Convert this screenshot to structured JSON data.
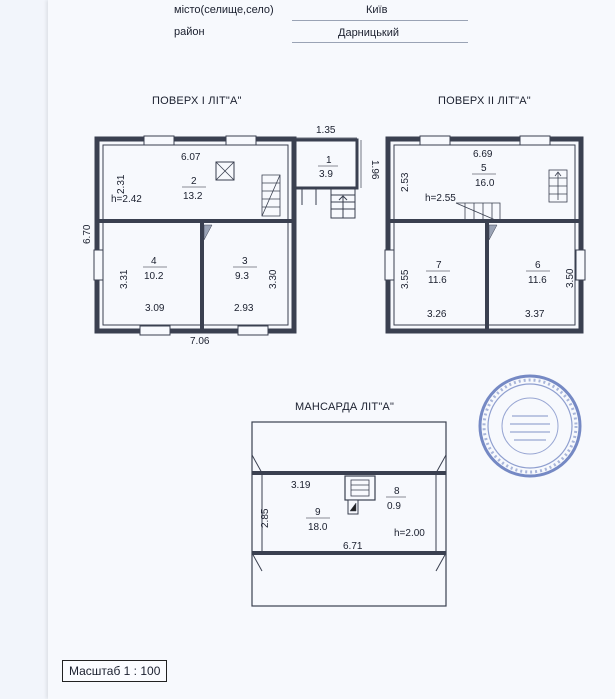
{
  "header": {
    "city_label": "місто(селище,село)",
    "city_value": "Київ",
    "district_label": "район",
    "district_value": "Дарницький"
  },
  "floor1": {
    "title": "ПОВЕРХ І ЛІТ\"А\"",
    "dim_top": "6.07",
    "dim_vestibule_w": "1.35",
    "dim_vestibule_h": "1.96",
    "dim_left": "6.70",
    "dim_bottom": "7.06",
    "dim_room2_h": "2.31",
    "height": "h=2.42",
    "room1": {
      "num": "1",
      "area": "3.9"
    },
    "room2": {
      "num": "2",
      "area": "13.2"
    },
    "room3": {
      "num": "3",
      "area": "9.3",
      "w": "2.93",
      "h": "3.30"
    },
    "room4": {
      "num": "4",
      "area": "10.2",
      "w": "3.09",
      "h": "3.31"
    }
  },
  "floor2": {
    "title": "ПОВЕРХ ІІ ЛІТ\"А\"",
    "dim_top": "6.69",
    "dim_room5_h": "2.53",
    "height": "h=2.55",
    "room5": {
      "num": "5",
      "area": "16.0"
    },
    "room6": {
      "num": "6",
      "area": "11.6",
      "w": "3.37",
      "h": "3.50"
    },
    "room7": {
      "num": "7",
      "area": "11.6",
      "w": "3.26",
      "h": "3.55"
    }
  },
  "attic": {
    "title": "МАНСАРДА ЛІТ\"А\"",
    "dim_top": "3.19",
    "dim_bottom": "6.71",
    "dim_left": "2.85",
    "height": "h=2.00",
    "room8": {
      "num": "8",
      "area": "0.9"
    },
    "room9": {
      "num": "9",
      "area": "18.0"
    }
  },
  "scale_label": "Масштаб 1 : 100",
  "colors": {
    "wall": "#3a4050",
    "paper": "#f7f9fd",
    "stamp": "#4a63b0"
  }
}
